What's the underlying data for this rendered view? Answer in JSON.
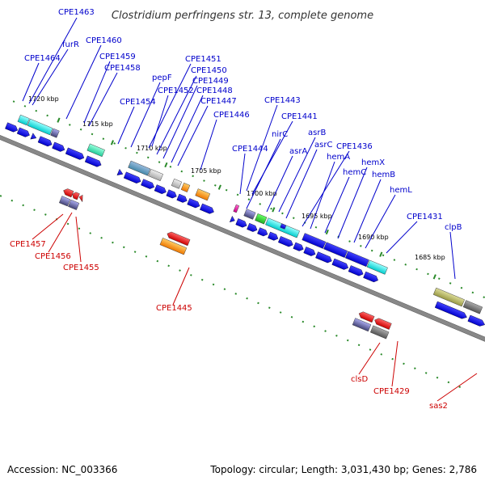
{
  "title": "Clostridium perfringens str. 13, complete genome",
  "footer": {
    "accession": "Accession: NC_003366",
    "topology": "Topology: circular; Length: 3,031,430 bp; Genes: 2,786"
  },
  "colors": {
    "forward_label": "#0000cc",
    "reverse_label": "#cc0000",
    "gene_blue": "#0000ee",
    "backbone": "#888888",
    "dotted_track": "#2a8a2a"
  },
  "scale_ticks": [
    "1720 kbp",
    "1715 kbp",
    "1710 kbp",
    "1705 kbp",
    "1700 kbp",
    "1695 kbp",
    "1690 kbp",
    "1685 kbp"
  ],
  "forward_gene_labels": [
    "CPE1463",
    "furR",
    "CPE1464",
    "CPE1460",
    "CPE1459",
    "CPE1458",
    "pepF",
    "CPE1451",
    "CPE1450",
    "CPE1449",
    "CPE1452",
    "CPE1448",
    "CPE1454",
    "CPE1447",
    "CPE1446",
    "CPE1443",
    "CPE1441",
    "nirC",
    "asrB",
    "asrC",
    "CPE1436",
    "asrA",
    "CPE1444",
    "hemA",
    "hemC",
    "hemX",
    "hemB",
    "hemL",
    "CPE1431",
    "clpB"
  ],
  "reverse_gene_labels": [
    "CPE1457",
    "CPE1456",
    "CPE1455",
    "CPE1445",
    "clsD",
    "CPE1429",
    "sas2"
  ]
}
